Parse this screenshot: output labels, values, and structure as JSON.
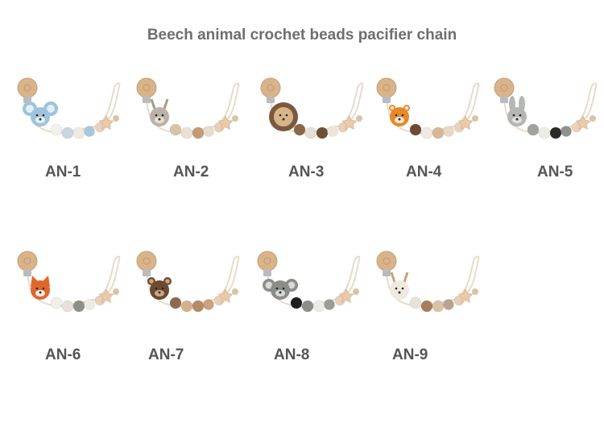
{
  "title": "Beech animal crochet beads pacifier chain",
  "products": [
    {
      "code": "AN-1",
      "animal": "mouse",
      "head": "#9fc3da",
      "ear": "#9fc3da",
      "inner": "#e4eef5",
      "beads": [
        "#f3f1ec",
        "#c8d6e2",
        "#efe9e0",
        "#a9c7dc",
        "#e9d2bd"
      ]
    },
    {
      "code": "AN-2",
      "animal": "deer",
      "head": "#b9b2a6",
      "ear": "#a89a86",
      "inner": "#e8e0d4",
      "beads": [
        "#d7c4a8",
        "#e9e2d4",
        "#c49a72",
        "#e4dccd",
        "#e8cfb6"
      ]
    },
    {
      "code": "AN-3",
      "animal": "lion",
      "head": "#7b5a3c",
      "ear": "#7b5a3c",
      "inner": "#d8b488",
      "beads": [
        "#8a6648",
        "#e6dfd2",
        "#6e4f37",
        "#ece6da",
        "#e8d0b6"
      ]
    },
    {
      "code": "AN-4",
      "animal": "tiger",
      "head": "#e58a2a",
      "ear": "#e58a2a",
      "inner": "#f7e8d2",
      "beads": [
        "#6d4a34",
        "#efe9e0",
        "#d9b694",
        "#e8d8c4",
        "#e9d2bd"
      ]
    },
    {
      "code": "AN-5",
      "animal": "bunny",
      "head": "#b5b7b2",
      "ear": "#b5b7b2",
      "inner": "#dedfdb",
      "beads": [
        "#a0a29e",
        "#ecebe6",
        "#2a2a2a",
        "#8f918d",
        "#e9d2bd"
      ]
    },
    {
      "code": "AN-6",
      "animal": "fox",
      "head": "#e0672b",
      "ear": "#e0672b",
      "inner": "#f6efe6",
      "beads": [
        "#f1efe9",
        "#e6e2d9",
        "#8f8f8a",
        "#ecebe6",
        "#e8cfb6"
      ]
    },
    {
      "code": "AN-7",
      "animal": "bear",
      "head": "#6b4a31",
      "ear": "#6b4a31",
      "inner": "#c9a785",
      "beads": [
        "#8c6a4f",
        "#d4b08d",
        "#b68a66",
        "#c9a27e",
        "#e8cfb6"
      ]
    },
    {
      "code": "AN-8",
      "animal": "koala",
      "head": "#8b8d8a",
      "ear": "#8b8d8a",
      "inner": "#d9dad6",
      "beads": [
        "#1f1f1f",
        "#8c8e8a",
        "#ecebe6",
        "#9a9c98",
        "#e8cfb6"
      ]
    },
    {
      "code": "AN-9",
      "animal": "giraffe",
      "head": "#efe9df",
      "ear": "#c9a27c",
      "inner": "#efe9df",
      "beads": [
        "#e8e2d7",
        "#a67d5c",
        "#d9c3a6",
        "#b9a58e",
        "#e8cfb6"
      ]
    }
  ]
}
